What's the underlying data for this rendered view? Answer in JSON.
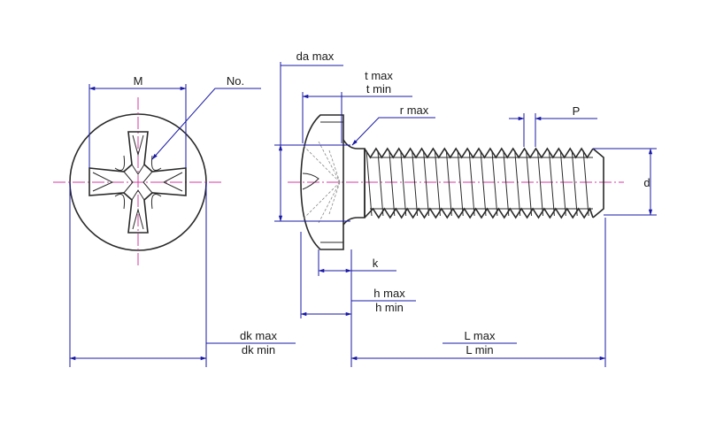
{
  "labels": {
    "M": "M",
    "No": "No.",
    "da": "da max",
    "t_max": "t max",
    "t_min": "t min",
    "r_max": "r max",
    "P": "P",
    "d": "d",
    "k": "k",
    "h_max": "h max",
    "h_min": "h min",
    "dk_max": "dk max",
    "dk_min": "dk min",
    "L_max": "L max",
    "L_min": "L min"
  },
  "colors": {
    "outline": "#2a2a2a",
    "dimension": "#1a1aa6",
    "centerline": "#d63aa0"
  },
  "icons": {
    "recess": "phillips-cross-recess"
  }
}
